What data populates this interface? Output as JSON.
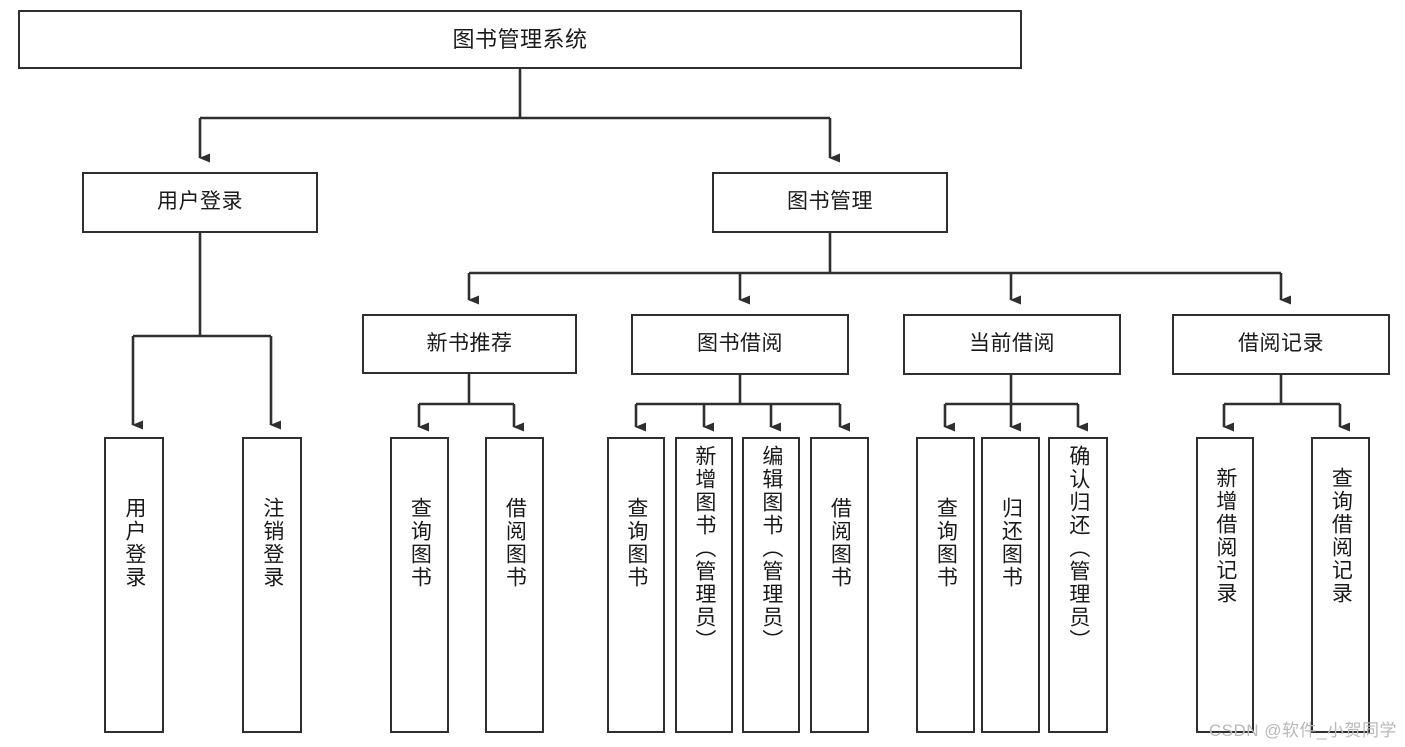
{
  "diagram": {
    "title": "图书管理系统",
    "type": "hierarchy-tree",
    "watermark": "CSDN @软件_小贺同学",
    "colors": {
      "stroke": "#2f2f2f",
      "background": "#ffffff",
      "text": "#1a1a1a",
      "watermark": "#b9b9b9"
    },
    "nodes": {
      "root": {
        "label": "图书管理系统"
      },
      "level1": [
        {
          "label": "用户登录"
        },
        {
          "label": "图书管理"
        }
      ],
      "level2": [
        {
          "label": "新书推荐"
        },
        {
          "label": "图书借阅"
        },
        {
          "label": "当前借阅"
        },
        {
          "label": "借阅记录"
        }
      ],
      "leaves": {
        "user_login": [
          {
            "label": "用户登录"
          },
          {
            "label": "注销登录"
          }
        ],
        "new_book": [
          {
            "label": "查询图书"
          },
          {
            "label": "借阅图书"
          }
        ],
        "book_borrow": [
          {
            "label": "查询图书"
          },
          {
            "label": "新增图书（管理员）"
          },
          {
            "label": "编辑图书（管理员）"
          },
          {
            "label": "借阅图书"
          }
        ],
        "current_borrow": [
          {
            "label": "查询图书"
          },
          {
            "label": "归还图书"
          },
          {
            "label": "确认归还（管理员）"
          }
        ],
        "borrow_record": [
          {
            "label": "新增借阅记录"
          },
          {
            "label": "查询借阅记录"
          }
        ]
      }
    }
  }
}
